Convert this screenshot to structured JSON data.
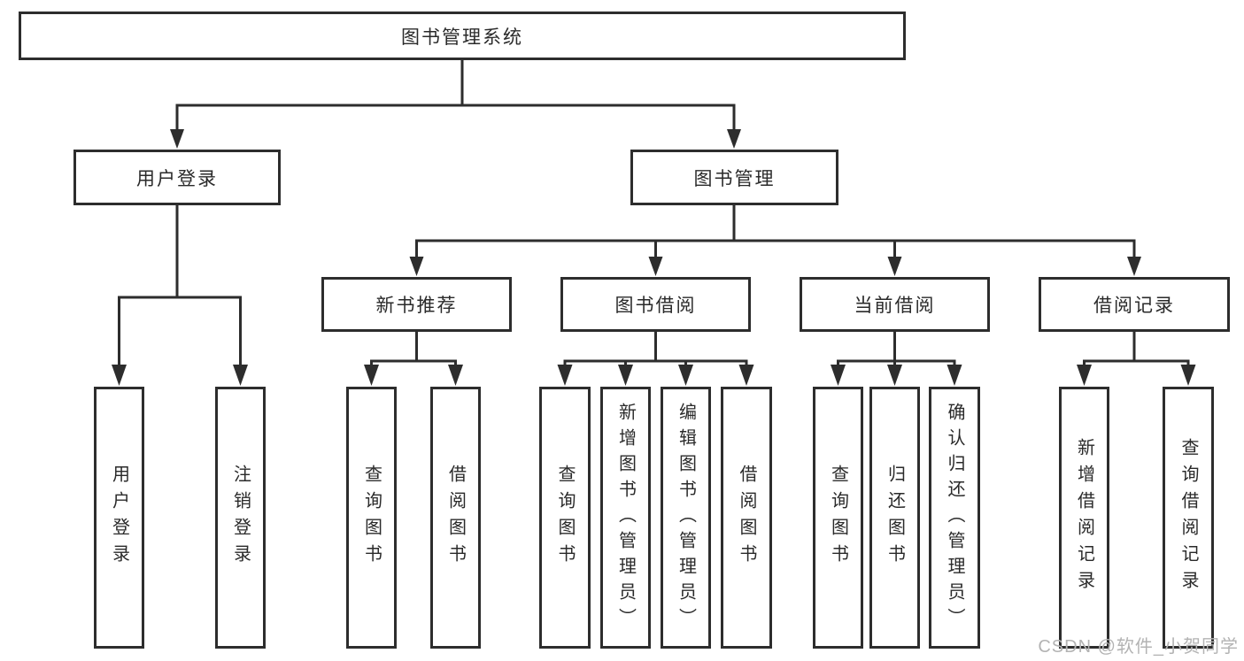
{
  "diagram": {
    "root": {
      "label": "图书管理系统"
    },
    "level2": [
      {
        "label": "用户登录"
      },
      {
        "label": "图书管理"
      }
    ],
    "level3": [
      {
        "label": "新书推荐"
      },
      {
        "label": "图书借阅"
      },
      {
        "label": "当前借阅"
      },
      {
        "label": "借阅记录"
      }
    ],
    "leaves": [
      {
        "label": "用户登录"
      },
      {
        "label": "注销登录"
      },
      {
        "label": "查询图书"
      },
      {
        "label": "借阅图书"
      },
      {
        "label": "查询图书"
      },
      {
        "label": "新增图书（管理员）"
      },
      {
        "label": "编辑图书（管理员）"
      },
      {
        "label": "借阅图书"
      },
      {
        "label": "查询图书"
      },
      {
        "label": "归还图书"
      },
      {
        "label": "确认归还（管理员）"
      },
      {
        "label": "新增借阅记录"
      },
      {
        "label": "查询借阅记录"
      }
    ]
  },
  "watermark": {
    "text": "CSDN @软件_小贺同学"
  },
  "colors": {
    "line": "#2d2d2d",
    "text": "#2a2a2a",
    "watermark": "#b3b3b3",
    "background": "#ffffff"
  }
}
